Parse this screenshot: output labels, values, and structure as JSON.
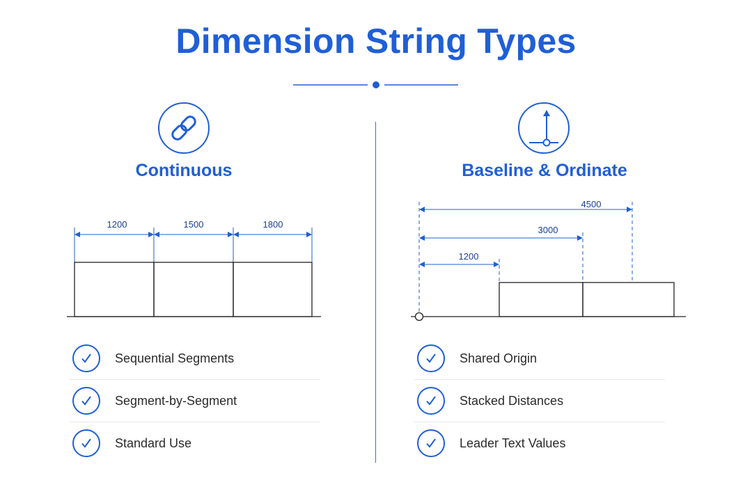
{
  "title": "Dimension String Types",
  "colors": {
    "accent": "#1f5fd6",
    "label": "#1a3f99",
    "line": "#222222"
  },
  "left": {
    "icon": "link-icon",
    "heading": "Continuous",
    "dimensions": [
      "1200",
      "1500",
      "1800"
    ],
    "features": [
      "Sequential Segments",
      "Segment-by-Segment",
      "Standard Use"
    ]
  },
  "right": {
    "icon": "origin-arrow-icon",
    "heading": "Baseline & Ordinate",
    "dimensions": [
      "4500",
      "3000",
      "1200"
    ],
    "features": [
      "Shared Origin",
      "Stacked Distances",
      "Leader Text Values"
    ]
  }
}
